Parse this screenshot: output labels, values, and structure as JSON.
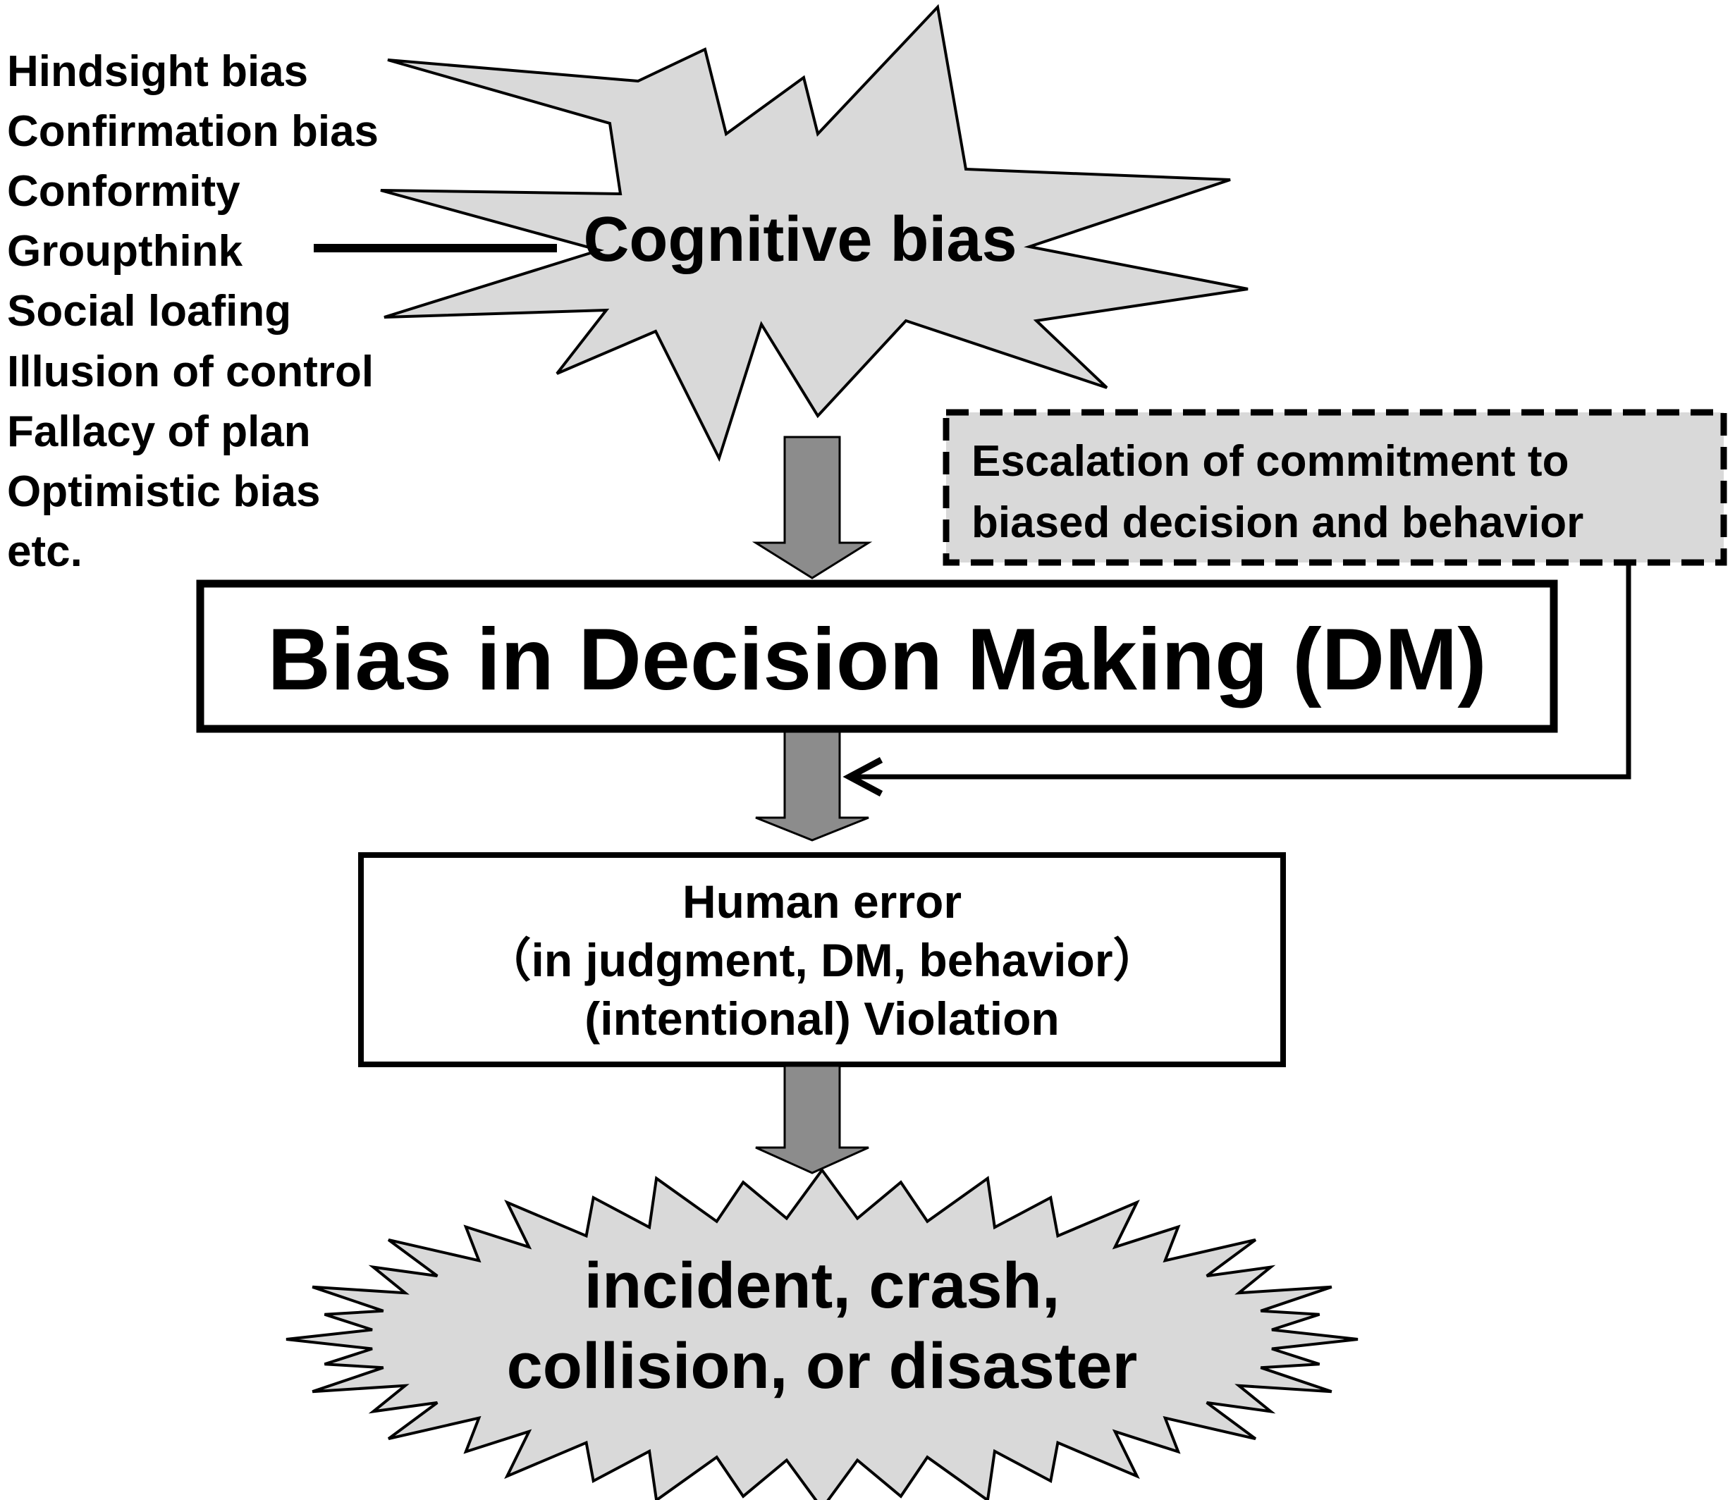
{
  "bias_list": {
    "items": [
      "Hindsight bias",
      "Confirmation bias",
      "Conformity",
      "Groupthink",
      "Social loafing",
      "Illusion of control",
      "Fallacy of plan",
      "Optimistic bias",
      "etc."
    ]
  },
  "cognitive_bias": {
    "label": "Cognitive bias"
  },
  "escalation": {
    "lines": [
      "Escalation of commitment to",
      "biased decision and behavior"
    ]
  },
  "decision_making": {
    "label": "Bias in Decision Making (DM)"
  },
  "human_error": {
    "lines": [
      "Human error",
      "（in judgment, DM, behavior）",
      "(intentional) Violation"
    ]
  },
  "outcome": {
    "lines": [
      "incident, crash,",
      "collision, or  disaster"
    ]
  },
  "colors": {
    "burst_fill": "#d9d9d9",
    "arrow_fill": "#8c8c8c",
    "box_fill": "#ffffff",
    "stroke": "#000000"
  }
}
